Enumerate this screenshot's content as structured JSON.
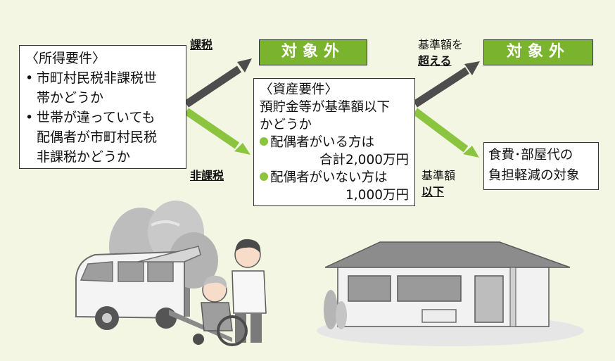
{
  "income_requirements": {
    "heading": "〈所得要件〉",
    "bullets": [
      {
        "lines": [
          "市町村民税非課税世",
          "帯かどうか"
        ]
      },
      {
        "lines": [
          "世帯が違っていても",
          "配偶者が市町村民税",
          "非課税かどうか"
        ]
      }
    ]
  },
  "labels": {
    "taxed": "課税",
    "non_taxed": "非課税",
    "exceeds_line1": "基準額を",
    "exceeds_line2": "超える",
    "below_line1": "基準額",
    "below_line2": "以下"
  },
  "targets": {
    "excluded_1": "対象外",
    "excluded_2": "対象外"
  },
  "asset_requirements": {
    "heading": "〈資産要件〉",
    "lines": [
      "預貯金等が基準額以下",
      "かどうか"
    ],
    "items": [
      {
        "label": "配偶者がいる方は",
        "amount": "合計2,000万円"
      },
      {
        "label": "配偶者がいない方は",
        "amount": "1,000万円"
      }
    ]
  },
  "result": {
    "lines": [
      "食費･部屋代の",
      "負担軽減の対象"
    ]
  },
  "colors": {
    "green_accent": "#7ab32e",
    "dark_arrow": "#4d4d4d",
    "background": "#f2f6e2"
  }
}
